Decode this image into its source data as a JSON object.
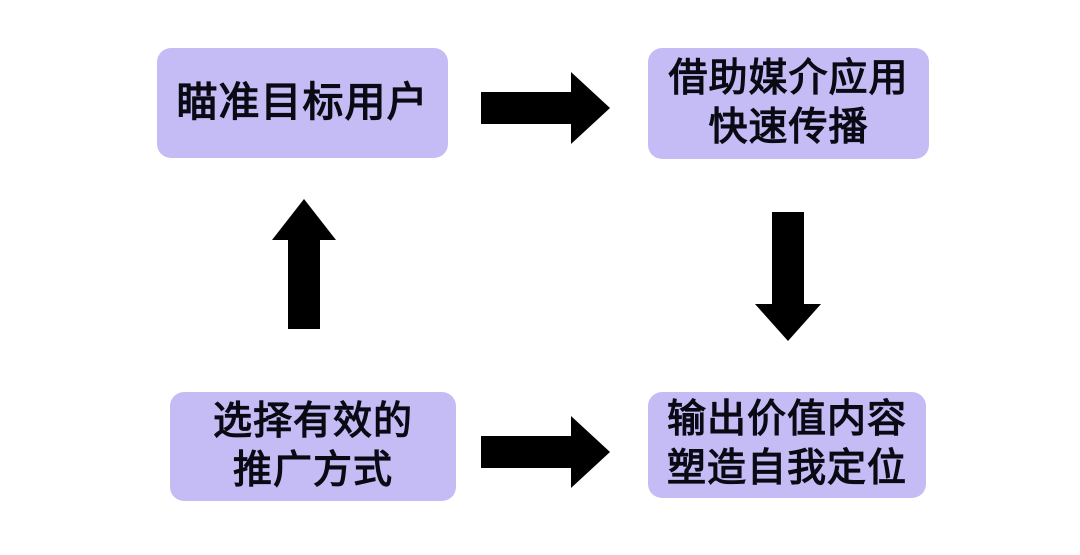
{
  "diagram": {
    "title": "",
    "background_color": "#ffffff",
    "node_fill_color": "#c5bcf5",
    "node_text_color": "#0a0a14",
    "arrow_color": "#000000",
    "type": "cycle-flowchart",
    "nodes": [
      {
        "id": "node-1",
        "label": "瞄准目标用户",
        "position": "top-left"
      },
      {
        "id": "node-2",
        "label": "借助媒介应用\n快速传播",
        "position": "top-right"
      },
      {
        "id": "node-3",
        "label": "选择有效的\n推广方式",
        "position": "bottom-left"
      },
      {
        "id": "node-4",
        "label": "输出价值内容\n塑造自我定位",
        "position": "bottom-right"
      }
    ],
    "arrows": [
      {
        "id": "arrow-top-right",
        "from": "node-1",
        "to": "node-2",
        "direction": "right"
      },
      {
        "id": "arrow-down",
        "from": "node-2",
        "to": "node-4",
        "direction": "down"
      },
      {
        "id": "arrow-bottom-right",
        "from": "node-3",
        "to": "node-4",
        "direction": "right"
      },
      {
        "id": "arrow-up",
        "from": "node-3",
        "to": "node-1",
        "direction": "up"
      }
    ]
  }
}
